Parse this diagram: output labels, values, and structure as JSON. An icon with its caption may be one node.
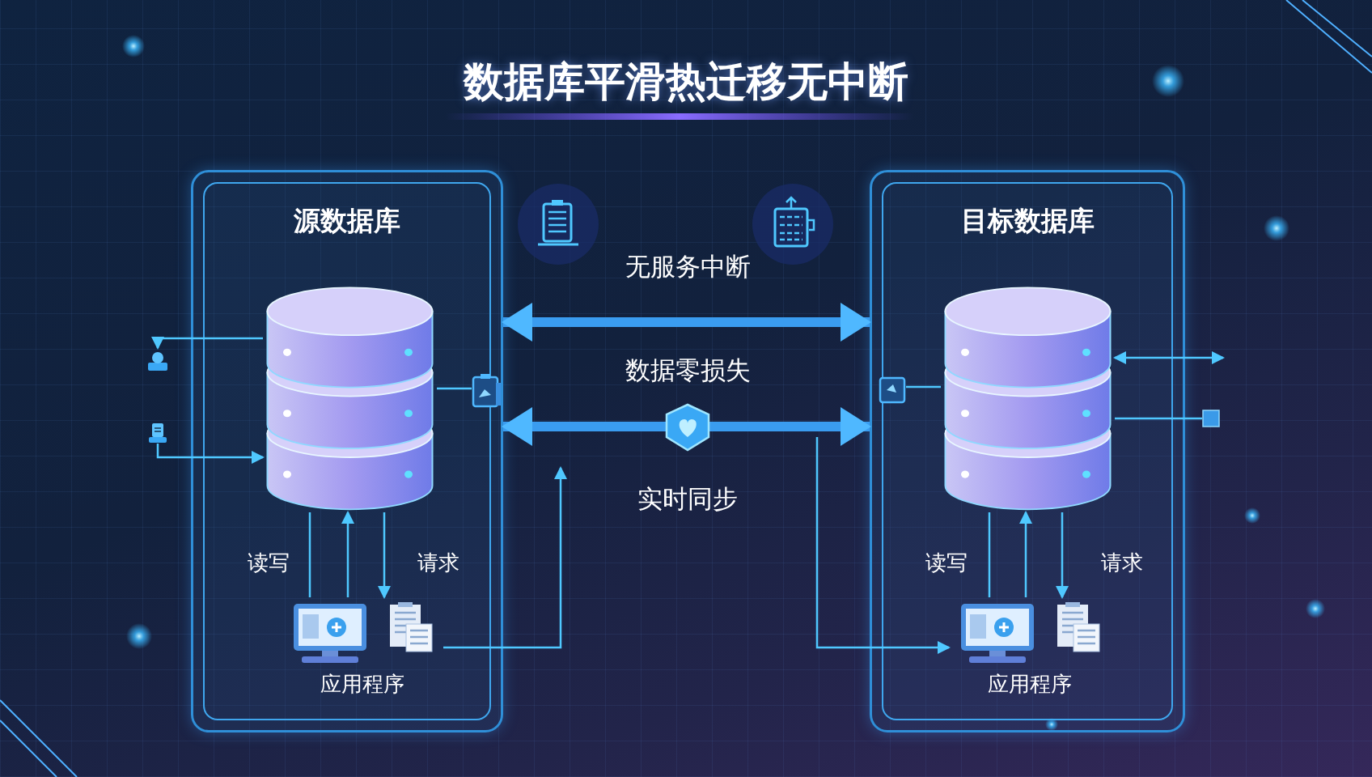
{
  "diagram": {
    "title": "数据库平滑热迁移无中断",
    "nodes": [
      {
        "text": [
          "源数据库"
        ]
      },
      {
        "text": [],
        "shape": "cylinder",
        "in": 0
      },
      {
        "text": [
          "应用程序"
        ],
        "in": 0
      },
      {
        "text": [
          "目标数据库"
        ]
      },
      {
        "text": [],
        "shape": "cylinder",
        "in": 3
      },
      {
        "text": [
          "应用程序"
        ],
        "in": 3
      },
      {
        "text": [],
        "shape": "picture"
      },
      {
        "text": [],
        "shape": "picture"
      },
      {
        "text": [],
        "shape": "picture",
        "in": 0
      },
      {
        "text": [],
        "shape": "picture",
        "in": 3
      },
      {
        "text": [],
        "shape": "box"
      }
    ],
    "edges": [
      {
        "from": 1,
        "to": 6,
        "arrow": "to"
      },
      {
        "from": 7,
        "to": 1,
        "arrow": "to"
      },
      {
        "from": 0,
        "to": 3,
        "arrow": "both",
        "style": "thick"
      },
      {
        "from": 0,
        "to": 3,
        "arrow": "both",
        "style": "thick"
      },
      {
        "from": 2,
        "to": null,
        "arrow": "to"
      },
      {
        "from": null,
        "to": 5,
        "arrow": "to"
      },
      {
        "from": 2,
        "to": 1,
        "arrow": "none"
      },
      {
        "from": 2,
        "to": 1,
        "arrow": "to"
      },
      {
        "from": 1,
        "to": 2,
        "arrow": "to"
      },
      {
        "from": 5,
        "to": 4,
        "arrow": "none"
      },
      {
        "from": 5,
        "to": 4,
        "arrow": "to"
      },
      {
        "from": 4,
        "to": 5,
        "arrow": "to"
      },
      {
        "from": 4,
        "to": null,
        "arrow": "both"
      },
      {
        "from": 4,
        "to": 10,
        "arrow": "none"
      },
      {
        "from": 8,
        "to": 1,
        "arrow": "none"
      },
      {
        "from": 9,
        "to": 4,
        "arrow": "none"
      }
    ],
    "labels": [
      "无服务中断",
      "数据零损失",
      "实时同步",
      "读写",
      "请求",
      "读写",
      "请求"
    ]
  }
}
